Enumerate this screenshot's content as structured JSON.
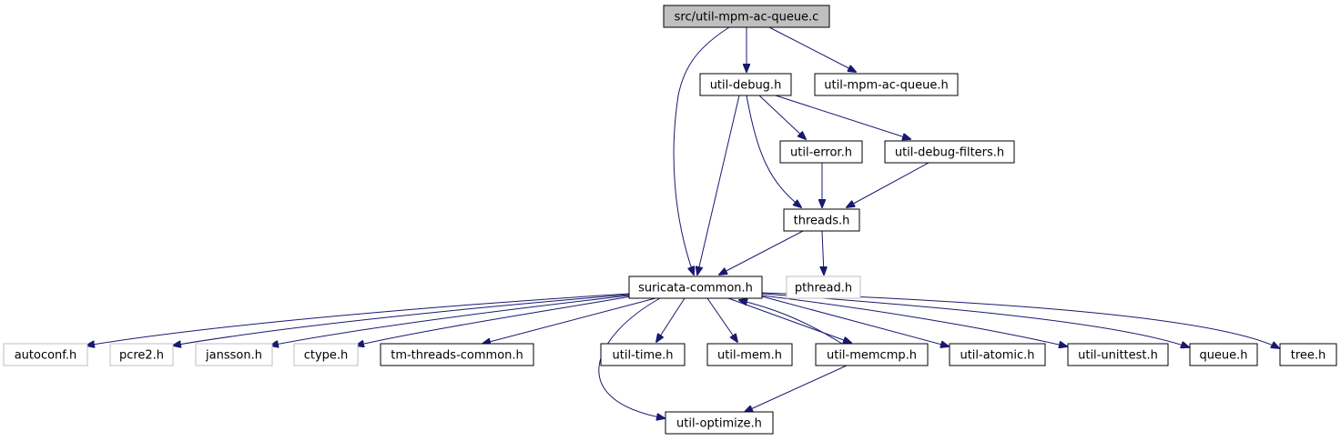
{
  "colors": {
    "edge": "#191970",
    "root_fill": "#bfbfbf",
    "node_fill": "#ffffff",
    "node_border": "#000000",
    "system_border": "#bfbfbf"
  },
  "nodes": {
    "root": {
      "label": "src/util-mpm-ac-queue.c",
      "kind": "root"
    },
    "util_debug": {
      "label": "util-debug.h",
      "kind": "local"
    },
    "util_mpm_ac_queue": {
      "label": "util-mpm-ac-queue.h",
      "kind": "local"
    },
    "util_error": {
      "label": "util-error.h",
      "kind": "local"
    },
    "util_debug_filters": {
      "label": "util-debug-filters.h",
      "kind": "local"
    },
    "threads": {
      "label": "threads.h",
      "kind": "local"
    },
    "suricata_common": {
      "label": "suricata-common.h",
      "kind": "local"
    },
    "pthread": {
      "label": "pthread.h",
      "kind": "system"
    },
    "autoconf": {
      "label": "autoconf.h",
      "kind": "system"
    },
    "pcre2": {
      "label": "pcre2.h",
      "kind": "system"
    },
    "jansson": {
      "label": "jansson.h",
      "kind": "system"
    },
    "ctype": {
      "label": "ctype.h",
      "kind": "system"
    },
    "tm_threads_common": {
      "label": "tm-threads-common.h",
      "kind": "local"
    },
    "util_time": {
      "label": "util-time.h",
      "kind": "local"
    },
    "util_mem": {
      "label": "util-mem.h",
      "kind": "local"
    },
    "util_memcmp": {
      "label": "util-memcmp.h",
      "kind": "local"
    },
    "util_atomic": {
      "label": "util-atomic.h",
      "kind": "local"
    },
    "util_unittest": {
      "label": "util-unittest.h",
      "kind": "local"
    },
    "queue": {
      "label": "queue.h",
      "kind": "local"
    },
    "tree": {
      "label": "tree.h",
      "kind": "local"
    },
    "util_optimize": {
      "label": "util-optimize.h",
      "kind": "local"
    }
  },
  "edges": [
    {
      "from": "root",
      "to": "util_debug"
    },
    {
      "from": "root",
      "to": "util_mpm_ac_queue"
    },
    {
      "from": "root",
      "to": "suricata_common"
    },
    {
      "from": "util_debug",
      "to": "util_error"
    },
    {
      "from": "util_debug",
      "to": "util_debug_filters"
    },
    {
      "from": "util_debug",
      "to": "threads"
    },
    {
      "from": "util_debug",
      "to": "suricata_common"
    },
    {
      "from": "util_error",
      "to": "threads"
    },
    {
      "from": "util_debug_filters",
      "to": "threads"
    },
    {
      "from": "threads",
      "to": "suricata_common"
    },
    {
      "from": "threads",
      "to": "pthread"
    },
    {
      "from": "suricata_common",
      "to": "autoconf"
    },
    {
      "from": "suricata_common",
      "to": "pcre2"
    },
    {
      "from": "suricata_common",
      "to": "jansson"
    },
    {
      "from": "suricata_common",
      "to": "ctype"
    },
    {
      "from": "suricata_common",
      "to": "tm_threads_common"
    },
    {
      "from": "suricata_common",
      "to": "util_time"
    },
    {
      "from": "suricata_common",
      "to": "util_mem"
    },
    {
      "from": "suricata_common",
      "to": "util_memcmp"
    },
    {
      "from": "suricata_common",
      "to": "util_atomic"
    },
    {
      "from": "suricata_common",
      "to": "util_unittest"
    },
    {
      "from": "suricata_common",
      "to": "queue"
    },
    {
      "from": "suricata_common",
      "to": "tree"
    },
    {
      "from": "suricata_common",
      "to": "util_optimize"
    },
    {
      "from": "util_memcmp",
      "to": "suricata_common"
    },
    {
      "from": "util_memcmp",
      "to": "util_optimize"
    }
  ]
}
